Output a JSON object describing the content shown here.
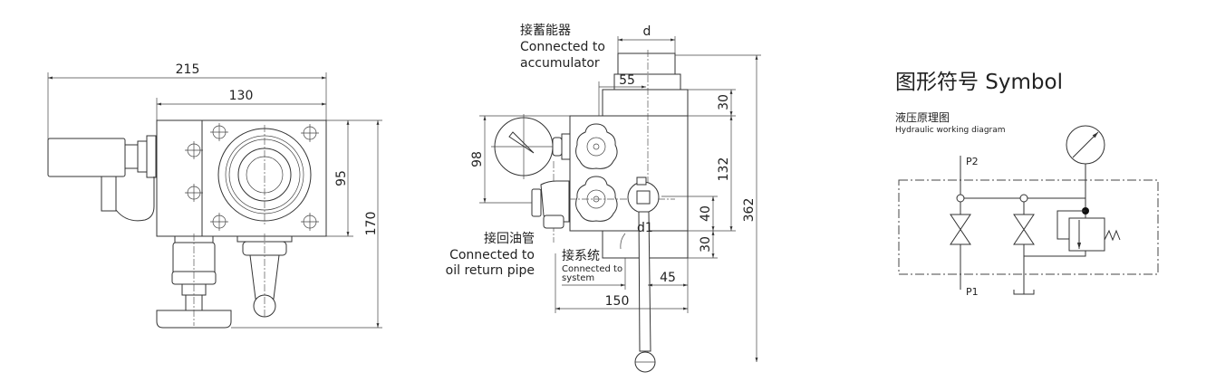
{
  "left_view": {
    "dims": {
      "overall_width": "215",
      "block_width": "130",
      "block_height": "95",
      "overall_height": "170"
    }
  },
  "front_view": {
    "dims": {
      "d": "d",
      "d1": "d1",
      "top_offset": "55",
      "top_height": "30",
      "body_height": "132",
      "total_height": "362",
      "gauge_span": "98",
      "lever_height": "40",
      "bottom_height": "30",
      "system_offset": "45",
      "width": "150"
    },
    "labels": {
      "accumulator_cn": "接蓄能器",
      "accumulator_en1": "Connected to",
      "accumulator_en2": "accumulator",
      "return_cn": "接回油管",
      "return_en1": "Connected to",
      "return_en2": "oil return pipe",
      "system_cn": "接系统",
      "system_en1": "Connected to",
      "system_en2": "system"
    }
  },
  "symbol": {
    "title": "图形符号 Symbol",
    "subtitle_cn": "液压原理图",
    "subtitle_en": "Hydraulic working diagram",
    "port_p2": "P2",
    "port_p1": "P1"
  }
}
